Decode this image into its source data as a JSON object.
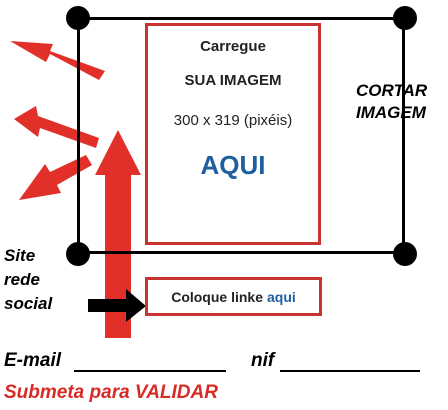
{
  "upload": {
    "line1": "Carregue",
    "line2": "SUA IMAGEM",
    "line3": "300 x 319 (pixéis)",
    "line4": "AQUI"
  },
  "crop": {
    "line1": "CORTAR",
    "line2": "IMAGEM"
  },
  "link": {
    "prefix": "Coloque linke",
    "accent": "aqui"
  },
  "social": {
    "line1": "Site",
    "line2": "rede",
    "line3": "social"
  },
  "form": {
    "email_label": "E-mail",
    "nif_label": "nif",
    "submit_label": "Submeta para VALIDAR"
  },
  "colors": {
    "red": "#d92b25",
    "blue": "#1f5fa0",
    "black": "#000000"
  }
}
